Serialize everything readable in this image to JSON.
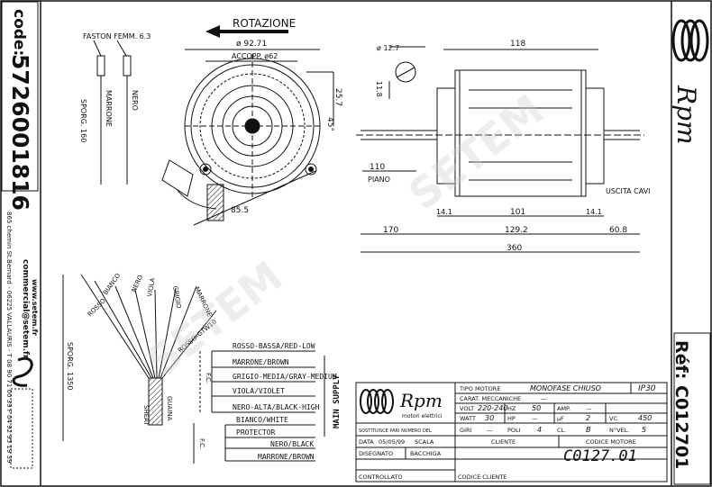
{
  "left_panel": {
    "code_label": "code:",
    "code_value": "5726001816",
    "company": {
      "web": "www.setem.fr",
      "email": "commercial@setem.fr",
      "address": "865 chemin St.Bernard - 06225 VALLAURIS - T 08 90 71 00 39 F 04 92 95 19 39"
    }
  },
  "right_panel": {
    "ref_label": "Réf: C012701",
    "brand": "Rpm"
  },
  "top_left_drawing": {
    "faston_label": "FASTON FEMM. 6.3",
    "wire_labels": [
      "SPORG. 160",
      "MARRONE",
      "NERO"
    ]
  },
  "front_view": {
    "rotation_label": "ROTAZIONE",
    "dim_diameter": "ø 92.71",
    "dim_accopp": "ACCOPP. ø62",
    "dim_side": "25.7",
    "dim_angle": "45°",
    "dim_bottom": "85.5"
  },
  "side_view": {
    "dim_shaft": "ø 12.7",
    "dim_flat": "11.8",
    "dim_length_top": "118",
    "dim_piano": "110",
    "piano_label": "PIANO",
    "uscita_label": "USCITA CAVI",
    "dim_14_left": "14.1",
    "dim_101": "101",
    "dim_14_right": "14.1",
    "dim_170": "170",
    "dim_1292": "129.2",
    "dim_608": "60.8",
    "dim_360": "360"
  },
  "bottom_left_wires": {
    "labels": [
      "ROSSO",
      "BIANCO",
      "NERO",
      "VIOLA",
      "GRIGIO",
      "MARRONE",
      "ROSSO-GTW10",
      "GUAINA",
      "SPORG. 1350",
      "SHEAT"
    ]
  },
  "schematic": {
    "lines": [
      "ROSSO-BASSA/RED-LOW",
      "MARRONE/BROWN",
      "GRIGIO-MEDIA/GRAY-MEDIUM",
      "VIOLA/VIOLET",
      "NERO-ALTA/BLACK-HIGH",
      "BIANCO/WHITE",
      "PROTECTOR",
      "NERO/BLACK",
      "MARRONE/BROWN"
    ],
    "main_supply": "MAIN SUPPLY",
    "fc_top": "F.C.",
    "fc_bottom": "F.C."
  },
  "title_block": {
    "brand": "Rpm",
    "brand_sub": "motori elettrici",
    "tipo_motore_label": "TIPO MOTORE",
    "tipo_motore_value": "MONOFASE CHIUSO",
    "ip": "IP30",
    "carat_label": "CARAT. MECCANICHE",
    "carat_value": "—",
    "volt_label": "VOLT",
    "volt_value": "220-240",
    "hz_label": "HZ",
    "hz_value": "50",
    "amp_label": "AMP.",
    "amp_value": "—",
    "watt_label": "WATT",
    "watt_value": "30",
    "hp_label": "HP",
    "hp_value": "—",
    "uf_label": "µF",
    "uf_value": "2",
    "vc_label": "VC",
    "vc_value": "450",
    "giri_label": "GIRI",
    "giri_value": "—",
    "poli_label": "POLI",
    "poli_value": "4",
    "cl_label": "CL.",
    "cl_value": "B",
    "nvel_label": "N°VEL.",
    "nvel_value": "5",
    "sost_label": "SOSTITUISCE PARI NUMERO DEL",
    "cliente_label": "CLIENTE",
    "codice_motore_label": "CODICE MOTORE",
    "data_label": "DATA",
    "data_value": "05/05/99",
    "scala_label": "SCALA",
    "disegnato_label": "DISEGNATO",
    "disegnato_value": "BACCHIGA",
    "controllato_label": "CONTROLLATO",
    "codice_cliente_label": "CODICE CLIENTE",
    "motor_code": "C0127.01"
  },
  "watermark": "SETEM"
}
